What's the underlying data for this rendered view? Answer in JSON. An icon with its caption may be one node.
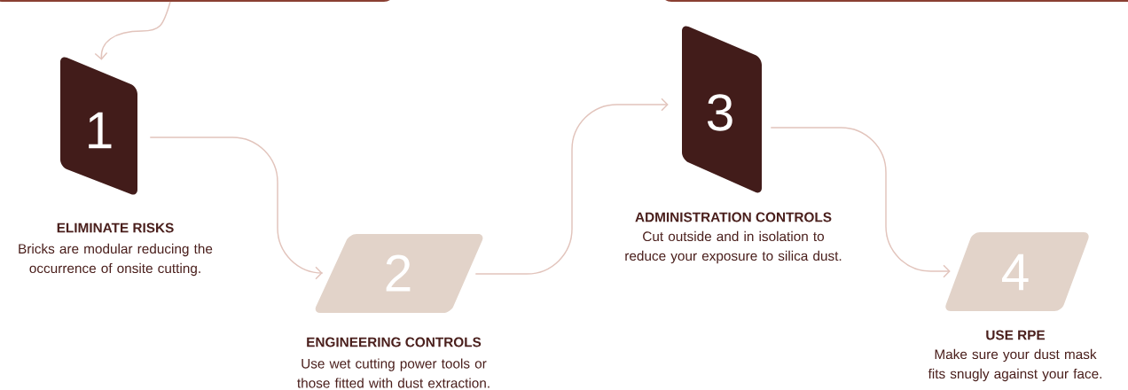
{
  "diagram": {
    "nodes": [
      {
        "text": [],
        "shape": "box"
      },
      {
        "text": [],
        "shape": "box"
      },
      {
        "text": [
          "1",
          "ELIMINATE RISKS",
          "Bricks are modular reducing the occurrence of onsite cutting."
        ]
      },
      {
        "text": [
          "2",
          "ENGINEERING CONTROLS",
          "Use wet cutting power tools or those fitted with dust extraction."
        ]
      },
      {
        "text": [
          "3",
          "ADMINISTRATION CONTROLS",
          "Cut outside and in isolation to reduce your exposure to silica dust."
        ]
      },
      {
        "text": [
          "4",
          "USE RPE",
          "Make sure your dust mask fits snugly against your face."
        ]
      }
    ],
    "edges": [
      {
        "from": 0,
        "to": 2,
        "arrow": "to"
      },
      {
        "from": 2,
        "to": 3,
        "arrow": "to"
      },
      {
        "from": 3,
        "to": 4,
        "arrow": "to"
      },
      {
        "from": 4,
        "to": 5,
        "arrow": "to"
      }
    ]
  }
}
